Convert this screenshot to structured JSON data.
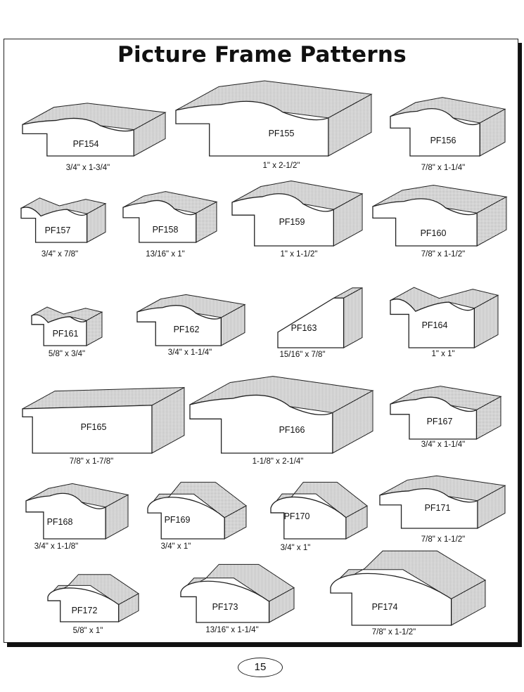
{
  "title": "Picture Frame Patterns",
  "page_number": "15",
  "patterns": [
    {
      "code": "PF154",
      "size": "3/4\" x 1-3/4\""
    },
    {
      "code": "PF155",
      "size": "1\" x 2-1/2\""
    },
    {
      "code": "PF156",
      "size": "7/8\" x 1-1/4\""
    },
    {
      "code": "PF157",
      "size": "3/4\" x 7/8\""
    },
    {
      "code": "PF158",
      "size": "13/16\" x 1\""
    },
    {
      "code": "PF159",
      "size": "1\" x 1-1/2\""
    },
    {
      "code": "PF160",
      "size": "7/8\" x 1-1/2\""
    },
    {
      "code": "PF161",
      "size": "5/8\" x 3/4\""
    },
    {
      "code": "PF162",
      "size": "3/4\" x 1-1/4\""
    },
    {
      "code": "PF163",
      "size": "15/16\" x 7/8\""
    },
    {
      "code": "PF164",
      "size": "1\" x 1\""
    },
    {
      "code": "PF165",
      "size": "7/8\" x 1-7/8\""
    },
    {
      "code": "PF166",
      "size": "1-1/8\" x 2-1/4\""
    },
    {
      "code": "PF167",
      "size": "3/4\" x 1-1/4\""
    },
    {
      "code": "PF168",
      "size": "3/4\" x 1-1/8\""
    },
    {
      "code": "PF169",
      "size": "3/4\" x 1\""
    },
    {
      "code": "PF170",
      "size": "3/4\" x 1\""
    },
    {
      "code": "PF171",
      "size": "7/8\" x 1-1/2\""
    },
    {
      "code": "PF172",
      "size": "5/8\" x 1\""
    },
    {
      "code": "PF173",
      "size": "13/16\" x 1-1/4\""
    },
    {
      "code": "PF174",
      "size": "7/8\" x 1-1/2\""
    }
  ]
}
